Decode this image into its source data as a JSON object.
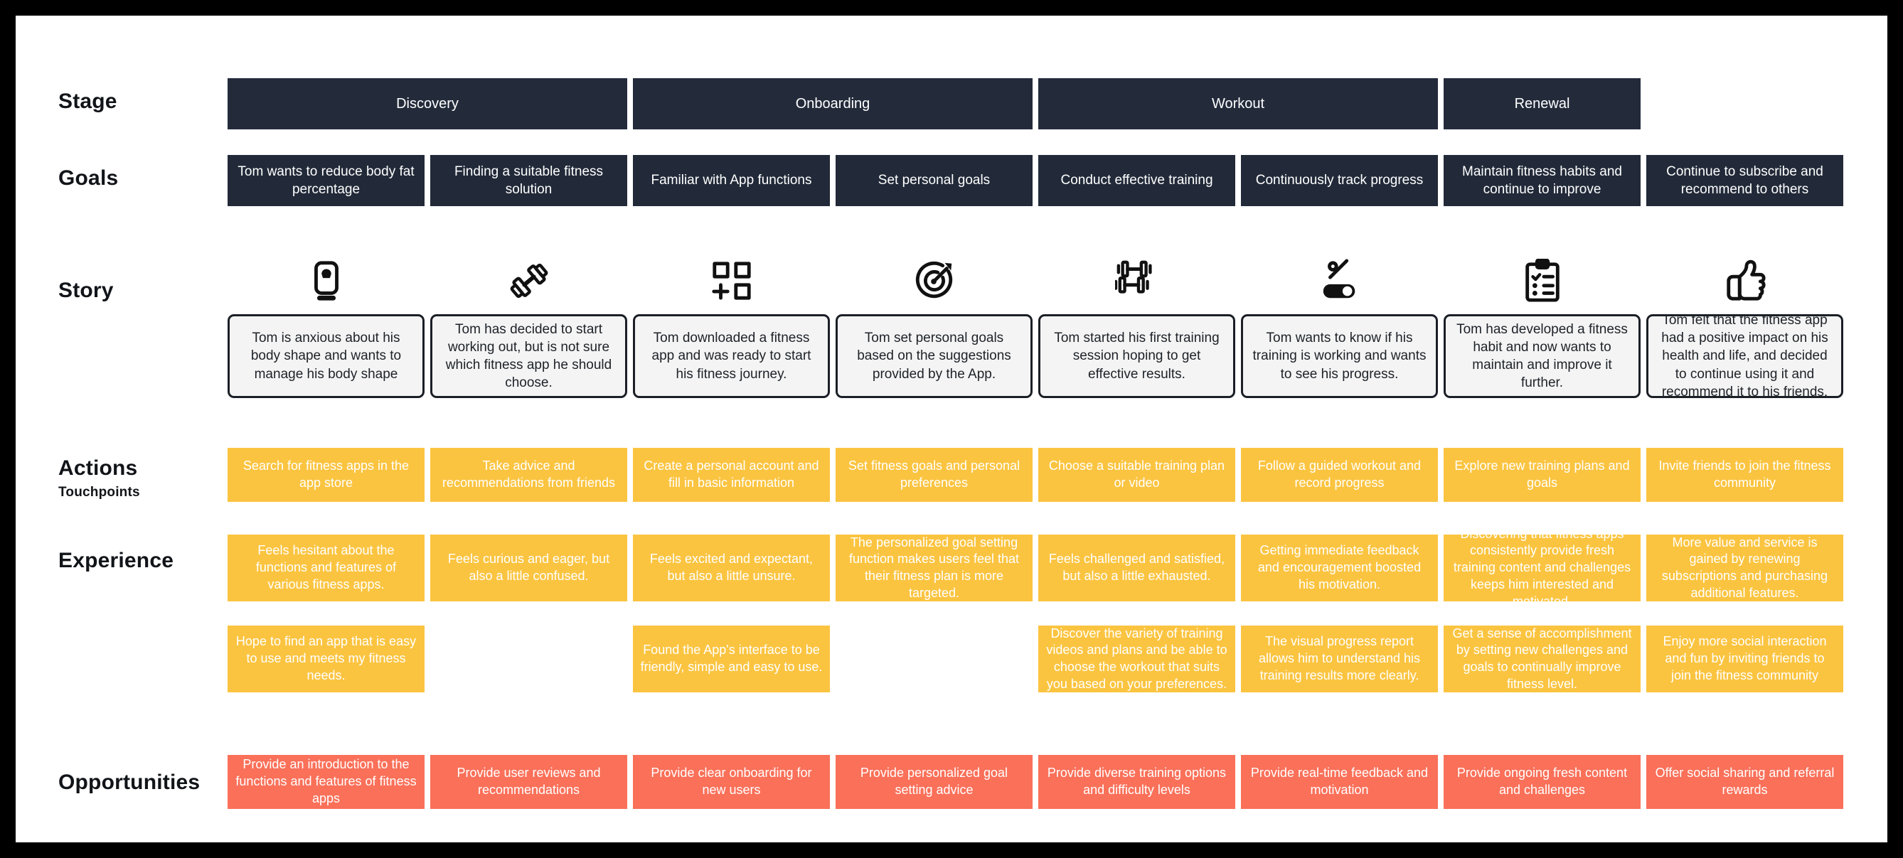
{
  "meta": {
    "accent_dark": "#232B3B",
    "accent_yellow": "#FBC440",
    "accent_coral": "#FA7059",
    "story_box_bg": "#F4F4F4",
    "canvas_bg": "#FFFFFF",
    "frame_bg": "#000000"
  },
  "rows": {
    "stage": {
      "label": "Stage"
    },
    "goals": {
      "label": "Goals"
    },
    "story": {
      "label": "Story"
    },
    "actions": {
      "label": "Actions",
      "sublabel": "Touchpoints"
    },
    "experience": {
      "label": "Experience"
    },
    "opportunities": {
      "label": "Opportunities"
    }
  },
  "stages": [
    {
      "name": "Discovery",
      "span": 2
    },
    {
      "name": "Onboarding",
      "span": 2
    },
    {
      "name": "Workout",
      "span": 2
    },
    {
      "name": "Renewal",
      "span": 1
    }
  ],
  "goals": [
    "Tom wants to reduce body fat percentage",
    "Finding a suitable fitness solution",
    "Familiar with App functions",
    "Set personal goals",
    "Conduct effective training",
    "Continuously track progress",
    "Maintain fitness habits and continue to improve",
    "Continue to subscribe and recommend to others"
  ],
  "story": {
    "icons": [
      "weight-scale-icon",
      "dumbbell-icon",
      "app-grid-add-icon",
      "target-dart-icon",
      "gym-machine-icon",
      "percentage-progress-icon",
      "clipboard-checklist-icon",
      "thumbs-up-icon"
    ],
    "texts": [
      "Tom is anxious about his body shape and wants to manage his body shape",
      "Tom has decided to start working out, but is not sure which fitness app he should choose.",
      "Tom downloaded a fitness app and was ready to start his fitness journey.",
      "Tom set personal goals based on the suggestions provided by the App.",
      "Tom started his first training session hoping to get effective results.",
      "Tom wants to know if his training is working and wants to see his progress.",
      "Tom has developed a fitness habit and now wants to maintain and improve it further.",
      "Tom felt that the fitness app had a positive impact on his health and life, and decided to continue using it and recommend it to his friends."
    ]
  },
  "actions": [
    "Search for fitness apps in the app store",
    "Take advice and recommendations from friends",
    "Create a personal account and fill in basic information",
    "Set fitness goals and personal preferences",
    "Choose a suitable training plan or video",
    "Follow a guided workout and record progress",
    "Explore new training plans and goals",
    "Invite friends to join the fitness community"
  ],
  "experience_primary": [
    "Feels hesitant about the functions and features of various fitness apps.",
    "Feels curious and eager, but also a little confused.",
    "Feels excited and expectant, but also a little unsure.",
    "The personalized goal setting function makes users feel that their fitness plan is more targeted.",
    "Feels challenged and satisfied, but also a little exhausted.",
    "Getting immediate feedback and encouragement boosted his motivation.",
    "Discovering that fitness apps consistently provide fresh training content and challenges keeps him interested and motivated.",
    "More value and service is gained by renewing subscriptions and purchasing additional features."
  ],
  "experience_secondary": [
    "Hope to find an app that is easy to use and meets my fitness needs.",
    "",
    "Found the App's interface to be friendly, simple and easy to use.",
    "",
    "Discover the variety of training videos and plans and be able to choose the workout that suits you based on your preferences.",
    "The visual progress report allows him to understand his training results more clearly.",
    "Get a sense of accomplishment by setting new challenges and goals to continually improve fitness level.",
    "Enjoy more social interaction and fun by inviting friends to join the fitness community"
  ],
  "opportunities": [
    "Provide an introduction to the functions and features of fitness apps",
    "Provide user reviews and recommendations",
    "Provide clear onboarding for new users",
    "Provide personalized goal setting advice",
    "Provide diverse training options and difficulty levels",
    "Provide real-time feedback and motivation",
    "Provide ongoing fresh content and challenges",
    "Offer social sharing and referral rewards"
  ]
}
